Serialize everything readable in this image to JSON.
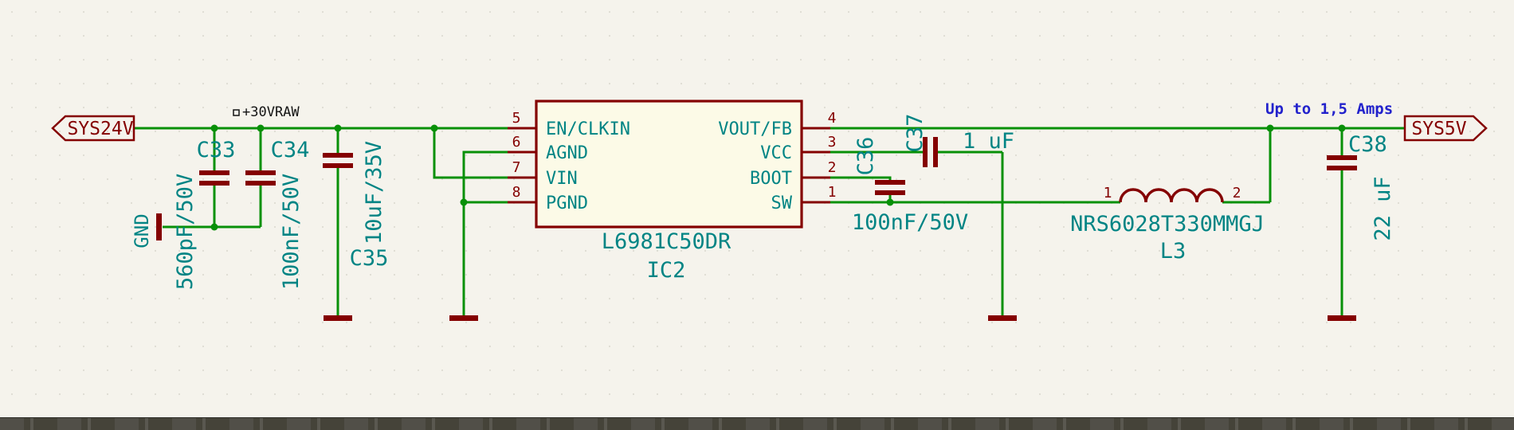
{
  "note": "Up to 1,5 Amps",
  "power_labels": {
    "input": "SYS24V",
    "output": "SYS5V",
    "raw": "+30VRAW",
    "gnd": "GND"
  },
  "ic": {
    "reference": "IC2",
    "value": "L6981C50DR",
    "pins_left": [
      {
        "num": "5",
        "name": "EN/CLKIN"
      },
      {
        "num": "6",
        "name": "AGND"
      },
      {
        "num": "7",
        "name": "VIN"
      },
      {
        "num": "8",
        "name": "PGND"
      }
    ],
    "pins_right": [
      {
        "num": "4",
        "name": "VOUT/FB"
      },
      {
        "num": "3",
        "name": "VCC"
      },
      {
        "num": "2",
        "name": "BOOT"
      },
      {
        "num": "1",
        "name": "SW"
      }
    ]
  },
  "capacitors": [
    {
      "ref": "C33",
      "value": "560pF/50V"
    },
    {
      "ref": "C34",
      "value": "100nF/50V"
    },
    {
      "ref": "C35",
      "value": "10uF/35V"
    },
    {
      "ref": "C36",
      "value": "100nF/50V"
    },
    {
      "ref": "C37",
      "value": "1 uF"
    },
    {
      "ref": "C38",
      "value": "22 uF"
    }
  ],
  "inductor": {
    "ref": "L3",
    "value": "NRS6028T330MMGJ",
    "pin1": "1",
    "pin2": "2"
  },
  "colors": {
    "wire": "#089008",
    "symbol": "#840000",
    "text": "#008484",
    "note": "#2222cc",
    "background": "#f5f3ec"
  }
}
